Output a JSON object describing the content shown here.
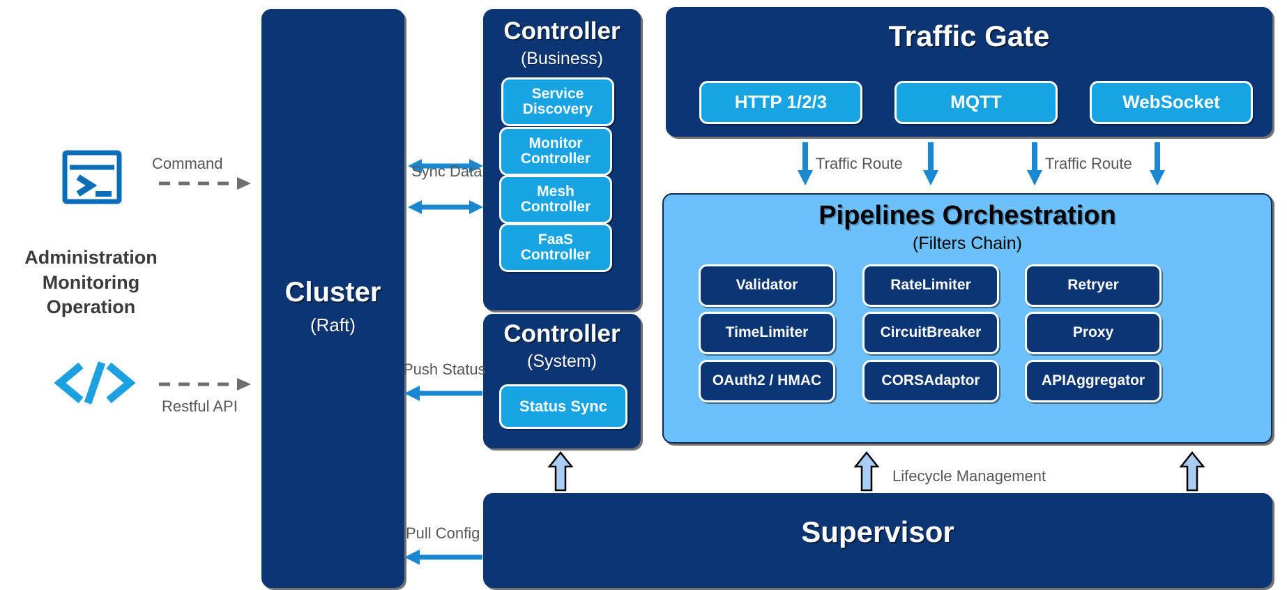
{
  "left_panel": {
    "terminal_icon": "terminal-icon",
    "code_icon": "code-brackets-icon",
    "caption": "Administration\nMonitoring\nOperation",
    "command_label": "Command",
    "restful_label": "Restful API"
  },
  "cluster": {
    "title": "Cluster",
    "subtitle": "(Raft)"
  },
  "controller_business": {
    "title": "Controller",
    "subtitle": "(Business)",
    "items": [
      {
        "label": "Service\nDiscovery"
      },
      {
        "label": "Monitor\nController"
      },
      {
        "label": "Mesh\nController"
      },
      {
        "label": "FaaS\nController"
      }
    ]
  },
  "controller_system": {
    "title": "Controller",
    "subtitle": "(System)",
    "items": [
      {
        "label": "Status Sync"
      }
    ]
  },
  "traffic_gate": {
    "title": "Traffic Gate",
    "protocols": [
      {
        "label": "HTTP 1/2/3"
      },
      {
        "label": "MQTT"
      },
      {
        "label": "WebSocket"
      }
    ]
  },
  "pipelines": {
    "title": "Pipelines Orchestration",
    "subtitle": "(Filters Chain)",
    "filters": [
      {
        "label": "Validator"
      },
      {
        "label": "RateLimiter"
      },
      {
        "label": "Retryer"
      },
      {
        "label": "TimeLimiter"
      },
      {
        "label": "CircuitBreaker"
      },
      {
        "label": "Proxy"
      },
      {
        "label": "OAuth2 / HMAC"
      },
      {
        "label": "CORSAdaptor"
      },
      {
        "label": "APIAggregator"
      }
    ]
  },
  "supervisor": {
    "title": "Supervisor"
  },
  "connectors": {
    "sync_data": "Sync Data",
    "push_status": "Push Status",
    "pull_config": "Pull Config",
    "traffic_route_left": "Traffic Route",
    "traffic_route_right": "Traffic Route",
    "lifecycle_management": "Lifecycle Management"
  },
  "colors": {
    "navy": "#0b3573",
    "cyan": "#18a3e2",
    "light_blue": "#6cc0fb",
    "arrow_blue": "#1a87d1",
    "dashed_gray": "#6e6e6e",
    "lifecycle_arrow": "#a9cdf5",
    "caption_gray": "#3b3b3b"
  }
}
